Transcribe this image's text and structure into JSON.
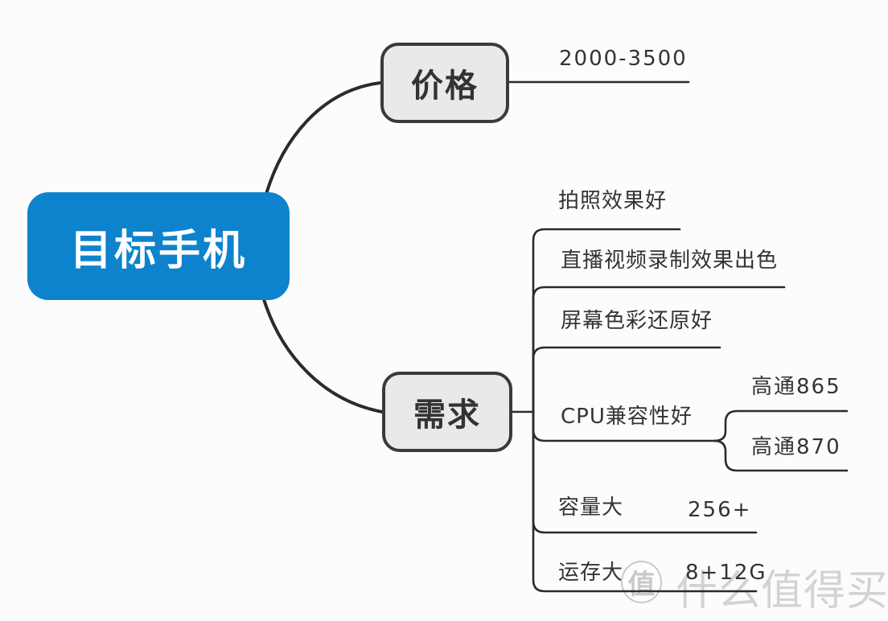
{
  "root": {
    "label": "目标手机"
  },
  "branches": [
    {
      "label": "价格",
      "children": [
        {
          "label": "2000-3500"
        }
      ]
    },
    {
      "label": "需求",
      "children": [
        {
          "label": "拍照效果好"
        },
        {
          "label": "直播视频录制效果出色"
        },
        {
          "label": "屏幕色彩还原好"
        },
        {
          "label": "CPU兼容性好",
          "children": [
            {
              "label": "高通865"
            },
            {
              "label": "高通870"
            }
          ]
        },
        {
          "label": "容量大",
          "value": "256+"
        },
        {
          "label": "运存大",
          "value": "8+12G"
        }
      ]
    }
  ],
  "watermark": {
    "badge": "值",
    "text": "什么值得买"
  },
  "colors": {
    "root_fill": "#0e83cd",
    "root_text": "#ffffff",
    "node_fill": "#e9e9e9",
    "node_border": "#3a3a3a",
    "line": "#2b2b2b",
    "text": "#333333",
    "watermark": "#c9c9c9",
    "background": "#fcfcfc"
  }
}
